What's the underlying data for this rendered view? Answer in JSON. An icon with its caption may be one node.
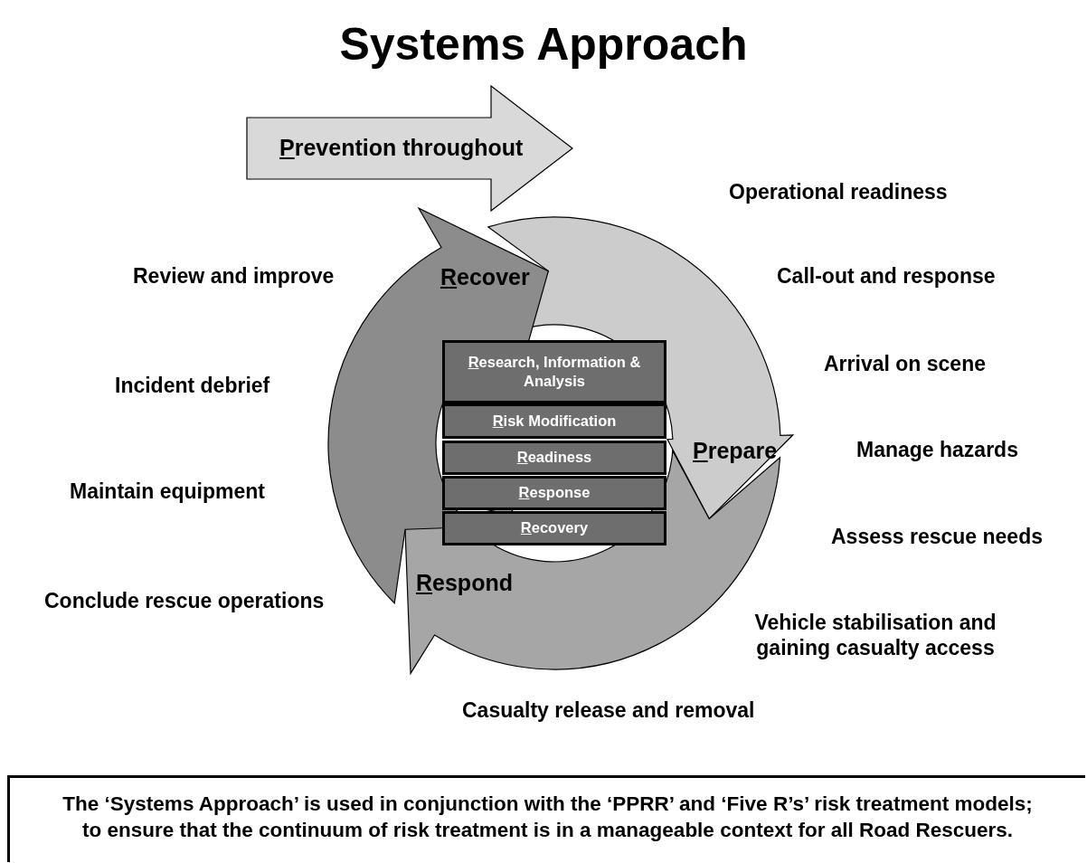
{
  "diagram": {
    "title": "Systems Approach",
    "nodes": [
      {
        "text": [
          "Prevention throughout"
        ]
      },
      {
        "text": [
          "Recover"
        ]
      },
      {
        "text": [
          "Prepare"
        ]
      },
      {
        "text": [
          "Respond"
        ]
      },
      {
        "text": [
          "Research, Information & Analysis"
        ]
      },
      {
        "text": [
          "Risk Modification"
        ]
      },
      {
        "text": [
          "Readiness"
        ]
      },
      {
        "text": [
          "Response"
        ]
      },
      {
        "text": [
          "Recovery"
        ]
      },
      {
        "text": [
          "The ‘Systems Approach’ is used in conjunction with the ‘PPRR’ and ‘Five R’s’ risk treatment models; to ensure that the continuum of risk treatment is in a manageable context for all Road Rescuers."
        ]
      }
    ],
    "labels": [
      "Operational readiness",
      "Review and improve",
      "Call-out and response",
      "Arrival on scene",
      "Incident debrief",
      "Manage hazards",
      "Maintain equipment",
      "Assess rescue needs",
      "Conclude rescue operations",
      "Vehicle stabilisation and gaining casualty access",
      "Casualty release and removal"
    ]
  }
}
